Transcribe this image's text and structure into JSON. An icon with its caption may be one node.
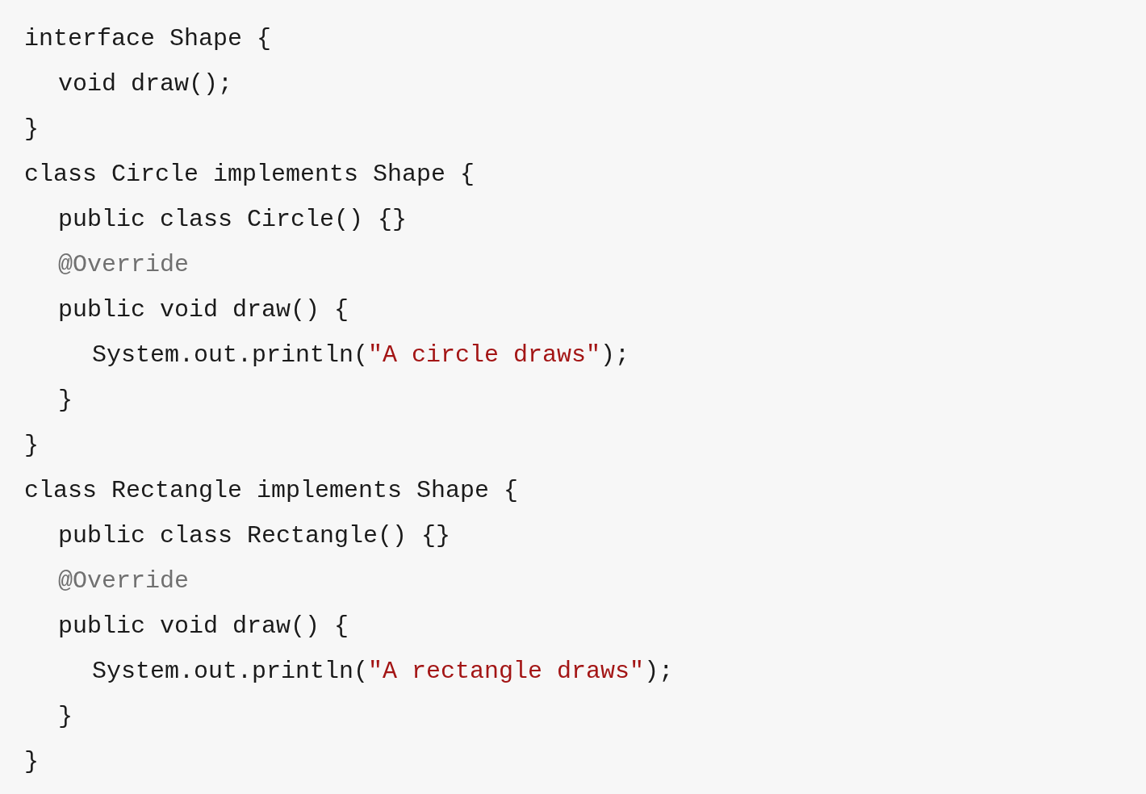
{
  "diagram": {
    "labels": [
      "interface Shape {",
      "void draw();",
      "}",
      "class Circle implements Shape {",
      "public class Circle() {}",
      "@Override",
      "public void draw() {",
      "System.out.println(\"A circle draws\");",
      "}",
      "}",
      "class Rectangle implements Shape {",
      "public class Rectangle() {}",
      "@Override",
      "public void draw() {",
      "System.out.println(\"A rectangle draws\");",
      "}",
      "}"
    ]
  }
}
